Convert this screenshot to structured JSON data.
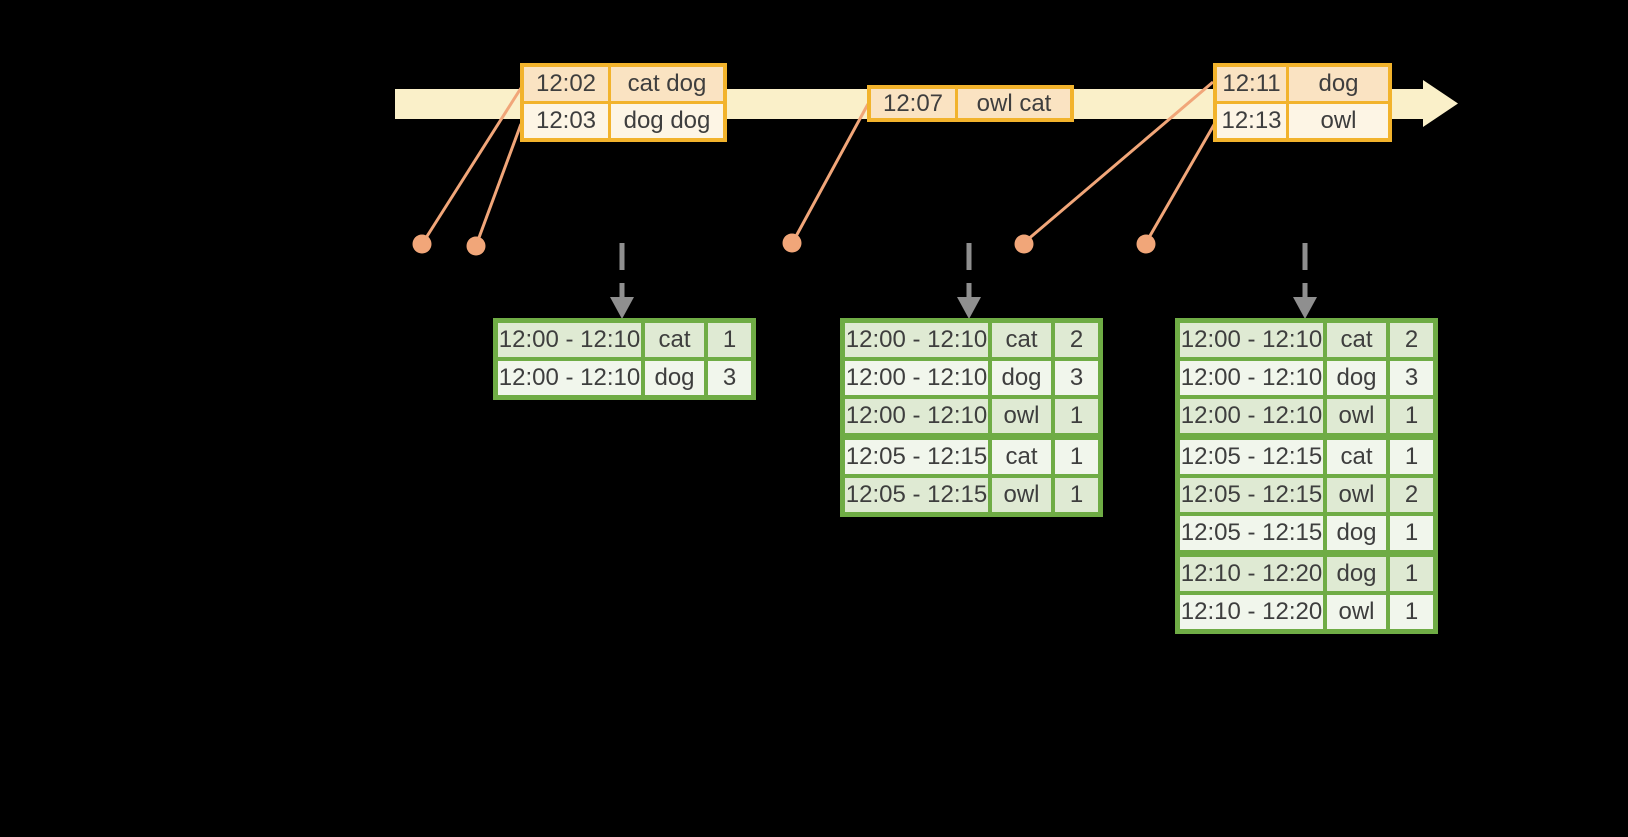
{
  "diagram": {
    "title": "windowed-grouped-aggregation-stream",
    "input_stream": {
      "event_tables": [
        {
          "rows": [
            {
              "time": "12:02",
              "words": "cat dog"
            },
            {
              "time": "12:03",
              "words": "dog dog"
            }
          ]
        },
        {
          "rows": [
            {
              "time": "12:07",
              "words": "owl cat"
            }
          ]
        },
        {
          "rows": [
            {
              "time": "12:11",
              "words": "dog"
            },
            {
              "time": "12:13",
              "words": "owl"
            }
          ]
        }
      ]
    },
    "result_tables": [
      {
        "rows": [
          {
            "window": "12:00 - 12:10",
            "word": "cat",
            "count": "1"
          },
          {
            "window": "12:00 - 12:10",
            "word": "dog",
            "count": "3"
          }
        ]
      },
      {
        "rows": [
          {
            "window": "12:00 - 12:10",
            "word": "cat",
            "count": "2"
          },
          {
            "window": "12:00 - 12:10",
            "word": "dog",
            "count": "3"
          },
          {
            "window": "12:00 - 12:10",
            "word": "owl",
            "count": "1"
          },
          {
            "window": "12:05 - 12:15",
            "word": "cat",
            "count": "1"
          },
          {
            "window": "12:05 - 12:15",
            "word": "owl",
            "count": "1"
          }
        ]
      },
      {
        "rows": [
          {
            "window": "12:00 - 12:10",
            "word": "cat",
            "count": "2"
          },
          {
            "window": "12:00 - 12:10",
            "word": "dog",
            "count": "3"
          },
          {
            "window": "12:00 - 12:10",
            "word": "owl",
            "count": "1"
          },
          {
            "window": "12:05 - 12:15",
            "word": "cat",
            "count": "1"
          },
          {
            "window": "12:05 - 12:15",
            "word": "owl",
            "count": "2"
          },
          {
            "window": "12:05 - 12:15",
            "word": "dog",
            "count": "1"
          },
          {
            "window": "12:10 - 12:20",
            "word": "dog",
            "count": "1"
          },
          {
            "window": "12:10 - 12:20",
            "word": "owl",
            "count": "1"
          }
        ]
      }
    ],
    "colors": {
      "background": "#000000",
      "timeline_band": "#FAF0C9",
      "event_border": "#F2B32C",
      "event_row_dark": "#FAE3C2",
      "event_row_light": "#FDF5E5",
      "marker": "#F1A679",
      "trigger_arrow": "#8F8F8F",
      "result_border": "#6FAC45",
      "result_row_dark": "#DFEAD3",
      "result_row_light": "#F1F6EC",
      "text": "#3E3E3E"
    }
  }
}
